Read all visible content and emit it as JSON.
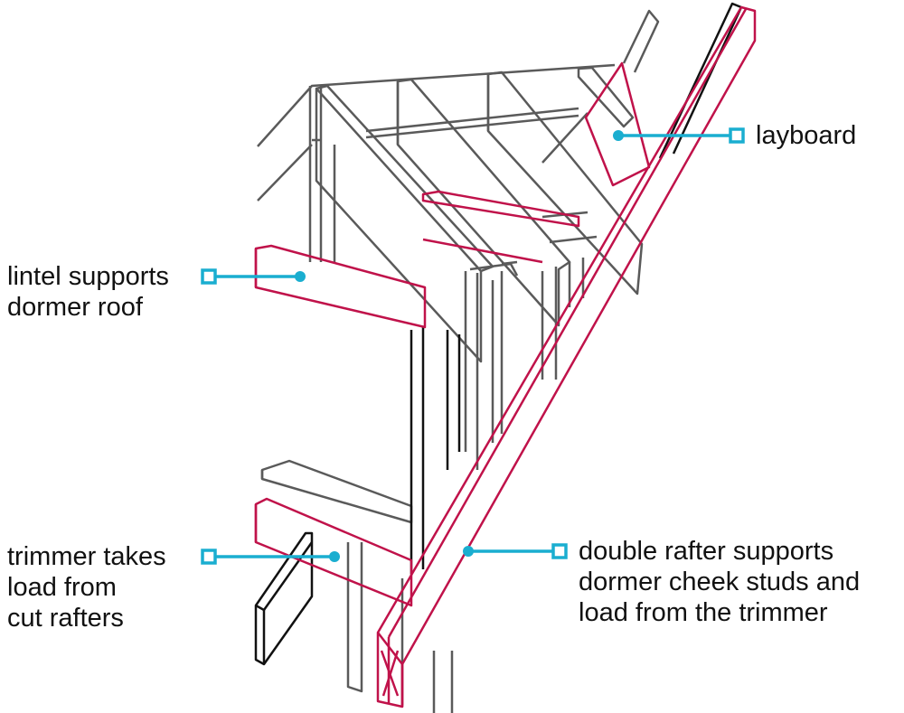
{
  "labels": {
    "layboard": [
      "layboard"
    ],
    "lintel": [
      "lintel supports",
      "dormer roof"
    ],
    "trimmer": [
      "trimmer takes",
      "load from",
      "cut rafters"
    ],
    "double_rafter": [
      "double rafter supports",
      "dormer cheek studs and",
      "load from the trimmer"
    ]
  },
  "colors": {
    "structure": "#5a5a5a",
    "highlight": "#c0124a",
    "callout": "#1aaed0",
    "text": "#111111"
  }
}
